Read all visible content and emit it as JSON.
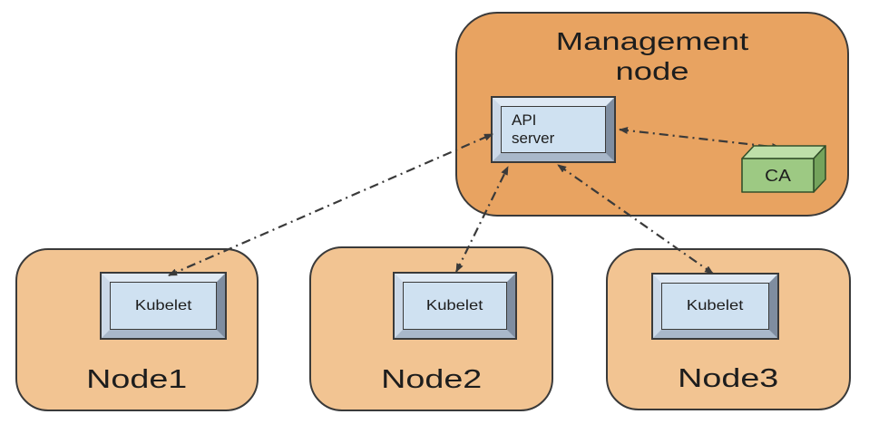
{
  "management_node": {
    "label": "Management node",
    "api_server": {
      "label": "API server"
    },
    "ca": {
      "label": "CA"
    }
  },
  "nodes": [
    {
      "label": "Node1",
      "component": "Kubelet"
    },
    {
      "label": "Node2",
      "component": "Kubelet"
    },
    {
      "label": "Node3",
      "component": "Kubelet"
    }
  ],
  "edges": [
    {
      "from": "API server",
      "to": "Kubelet (Node1)",
      "style": "dash-dot",
      "bidirectional": true
    },
    {
      "from": "API server",
      "to": "Kubelet (Node2)",
      "style": "dash-dot",
      "bidirectional": true
    },
    {
      "from": "API server",
      "to": "Kubelet (Node3)",
      "style": "dash-dot",
      "bidirectional": true
    },
    {
      "from": "API server",
      "to": "CA",
      "style": "dash-dot",
      "bidirectional": true
    }
  ],
  "colors": {
    "management_fill": "#e8a361",
    "node_fill": "#f2c492",
    "outline": "#3a3a3a",
    "chip_face": "#cfe1f1",
    "edge": "#3a3a3a",
    "ca_front": "#9dc983",
    "ca_top": "#bedfa9",
    "ca_side": "#74a35c",
    "text": "#1d1d1d"
  }
}
